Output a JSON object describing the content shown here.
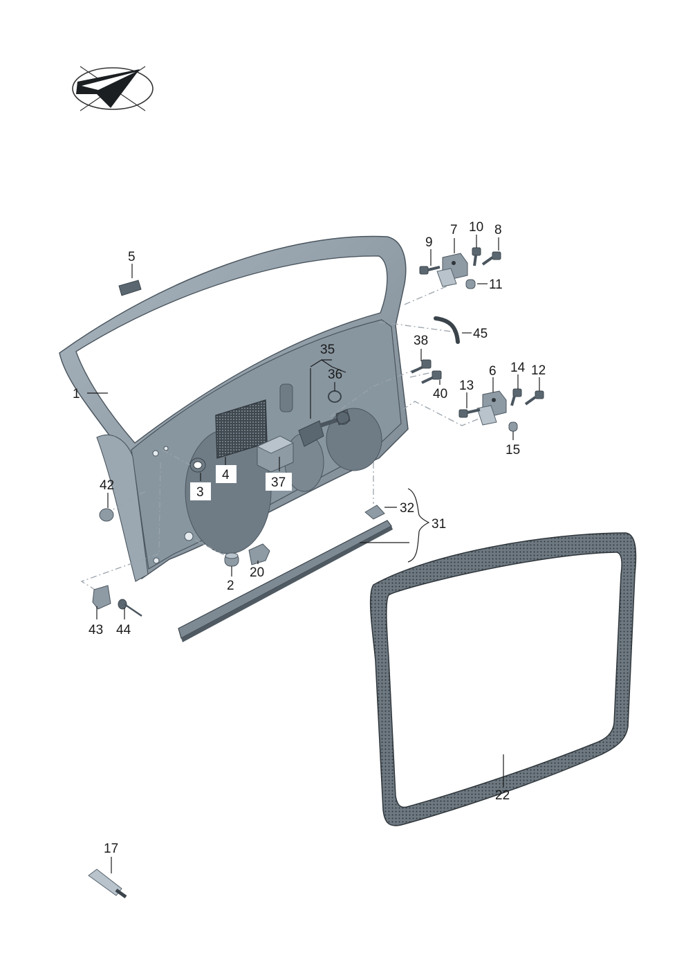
{
  "callouts": [
    "1",
    "2",
    "3",
    "4",
    "5",
    "6",
    "7",
    "8",
    "9",
    "10",
    "11",
    "12",
    "13",
    "14",
    "15",
    "17",
    "20",
    "22",
    "31",
    "32",
    "35",
    "36",
    "37",
    "38",
    "40",
    "42",
    "43",
    "44",
    "45"
  ],
  "logo": {
    "icon": "paper-plane-check-icon"
  },
  "colors": {
    "panel": "#7f8c96",
    "panel_light": "#b3bec7",
    "seal": "#6b7780",
    "line": "#1a1a1a"
  }
}
